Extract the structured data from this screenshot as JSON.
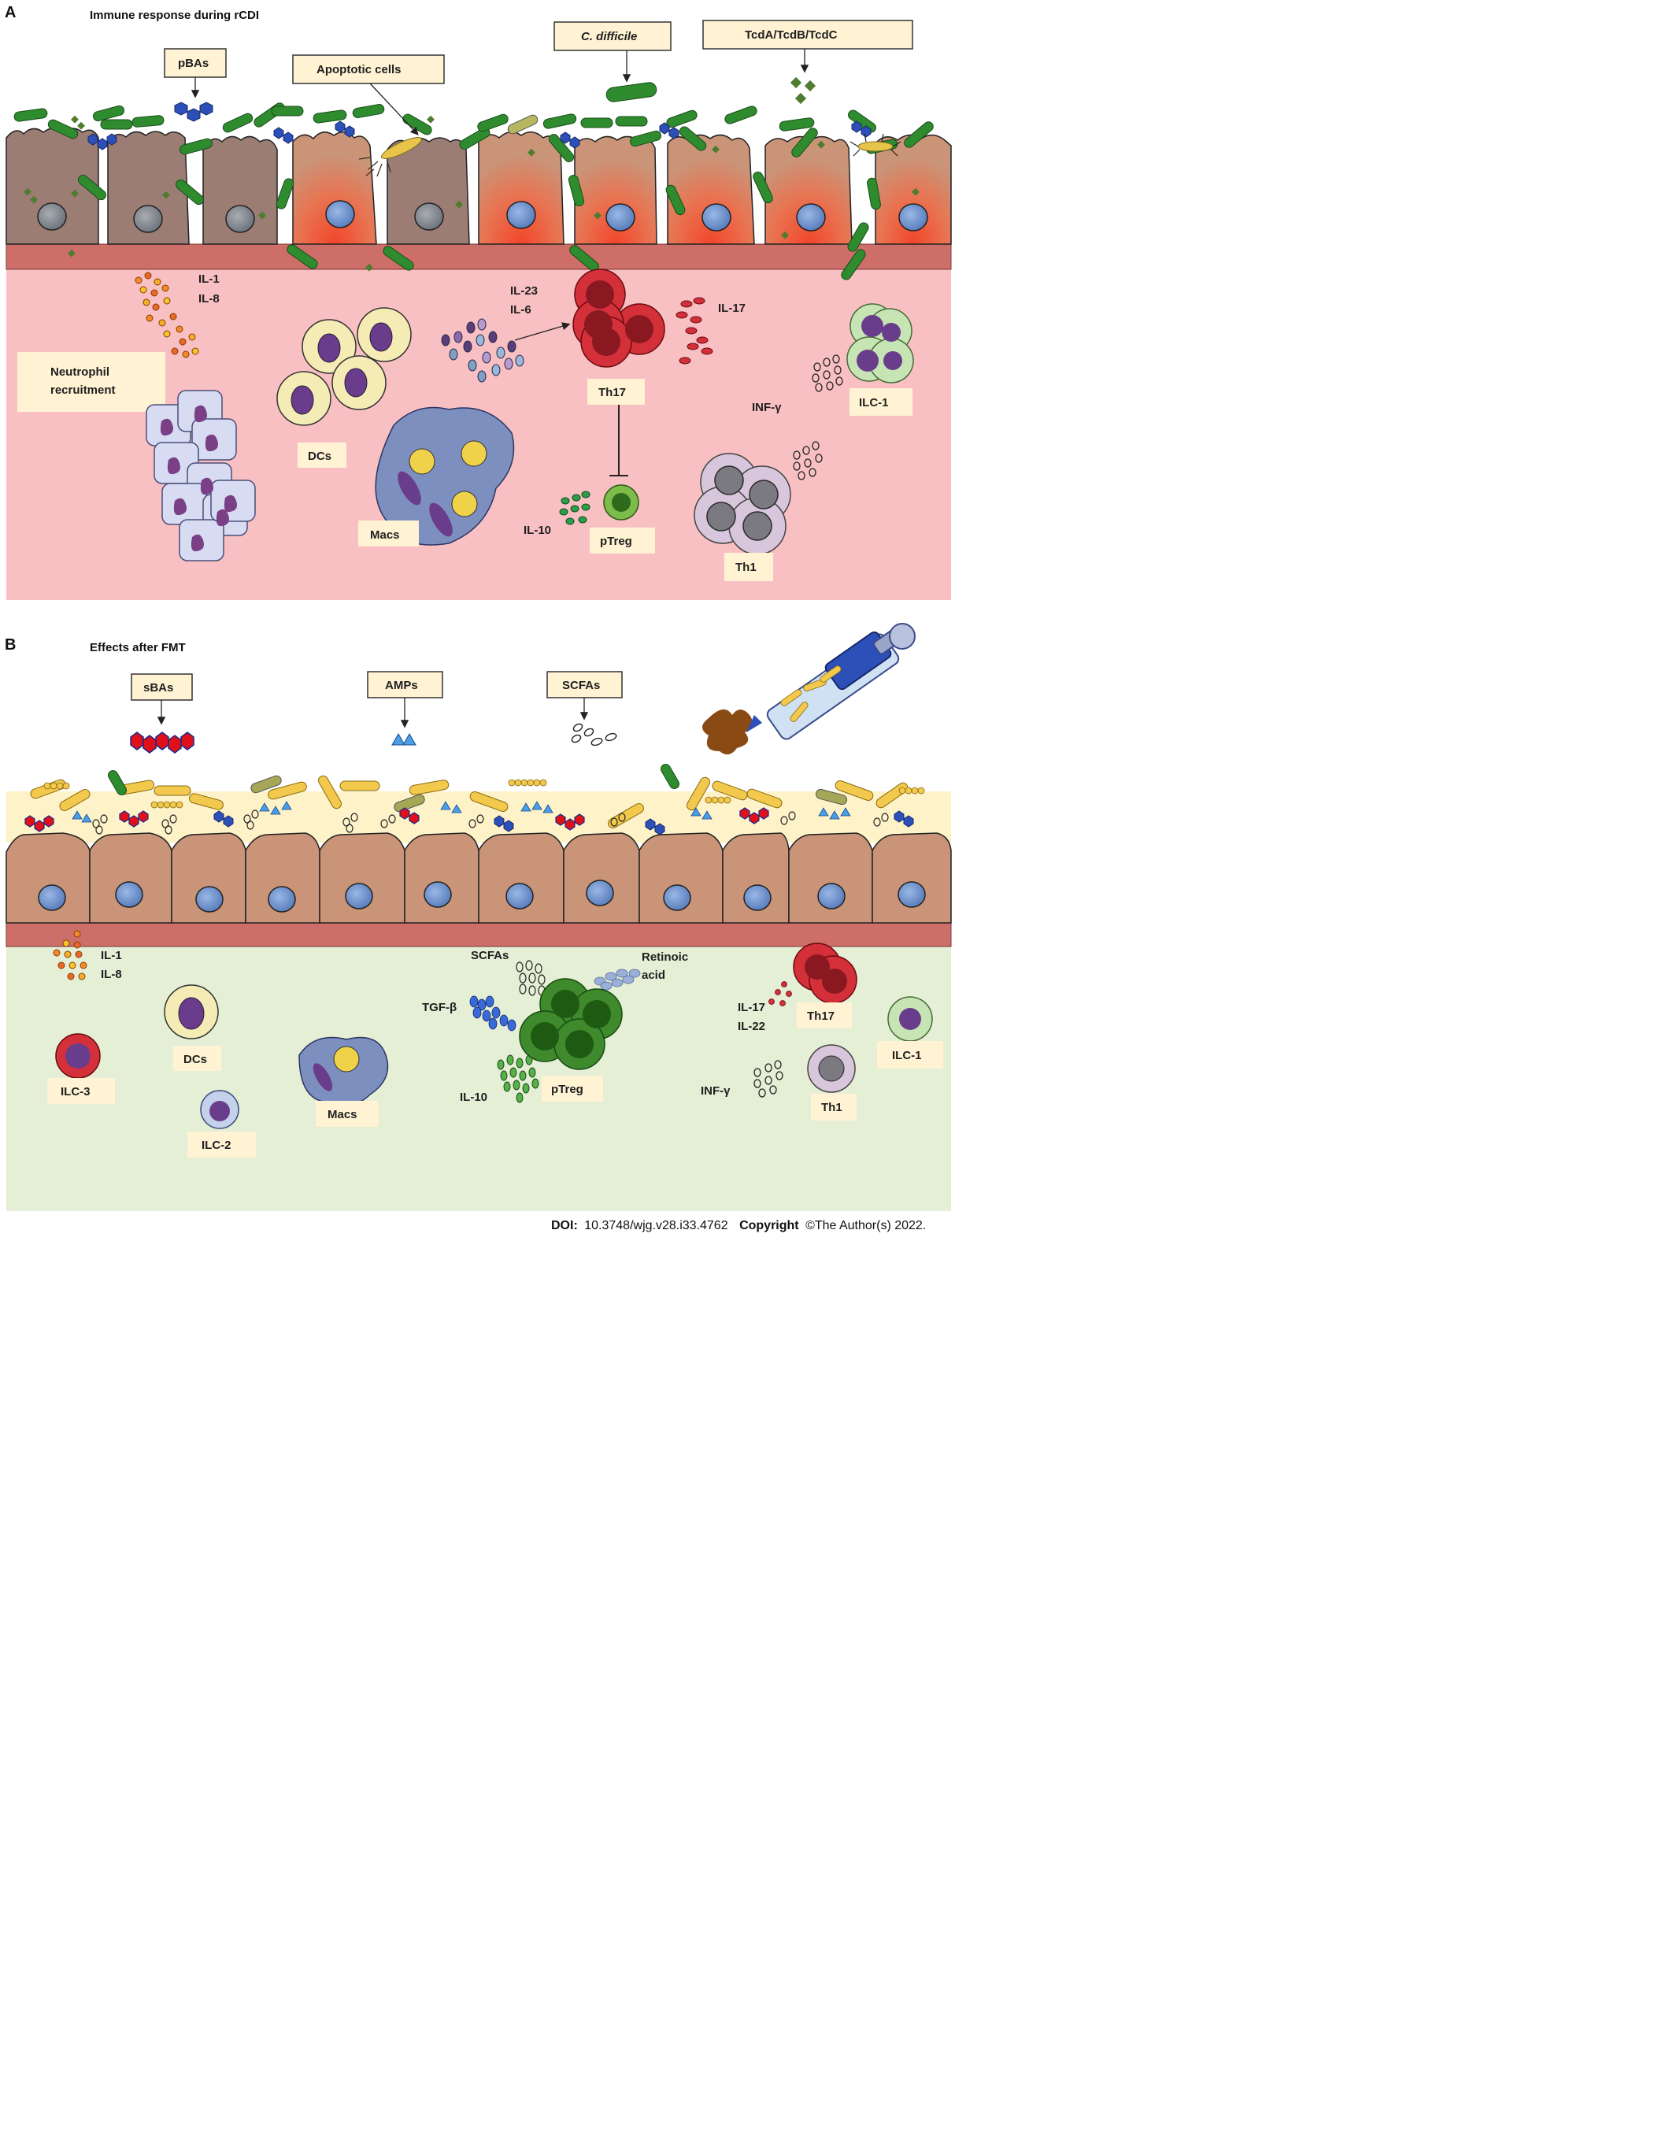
{
  "panel_a": {
    "letter": "A",
    "title": "Immune response during rCDI",
    "labels": {
      "pbas": "pBAs",
      "apoptotic": "Apoptotic cells",
      "cdiff": "C. difficile",
      "toxins": "TcdA/TcdB/TcdC",
      "il1": "IL-1",
      "il8": "IL-8",
      "neutro_line1": "Neutrophil",
      "neutro_line2": "recruitment",
      "dcs": "DCs",
      "macs": "Macs",
      "il23": "IL-23",
      "il6": "IL-6",
      "th17": "Th17",
      "il17": "IL-17",
      "il10": "IL-10",
      "ptreg": "pTreg",
      "infg": "INF-γ",
      "ilc1": "ILC-1",
      "th1": "Th1"
    }
  },
  "panel_b": {
    "letter": "B",
    "title": "Effects after FMT",
    "labels": {
      "sbas": "sBAs",
      "amps": "AMPs",
      "scfas": "SCFAs",
      "il1": "IL-1",
      "il8": "IL-8",
      "dcs": "DCs",
      "ilc3": "ILC-3",
      "ilc2": "ILC-2",
      "macs": "Macs",
      "scfas2": "SCFAs",
      "retinoic1": "Retinoic",
      "retinoic2": "acid",
      "tgfb": "TGF-β",
      "il10": "IL-10",
      "ptreg": "pTreg",
      "il17": "IL-17",
      "il22": "IL-22",
      "th17": "Th17",
      "ilc1": "ILC-1",
      "infg": "INF-γ",
      "th1": "Th1"
    }
  },
  "footer": {
    "doi_label": "DOI:",
    "doi_value": "10.3748/wjg.v28.i33.4762",
    "copyright_label": "Copyright",
    "copyright_value": "©The Author(s) 2022."
  },
  "colors": {
    "lamina_a": "#f9c0c3",
    "lamina_b": "#e4efd6",
    "basement": "#cd6e68",
    "epi_healthy": "#c99478",
    "epi_damaged": "#9b7d74",
    "epi_inflamed": "#e36a48",
    "bacteria": "#2e8b2e",
    "th17": "#d3303a",
    "treg": "#3f8a2c",
    "label_bg": "#fff3d4"
  }
}
